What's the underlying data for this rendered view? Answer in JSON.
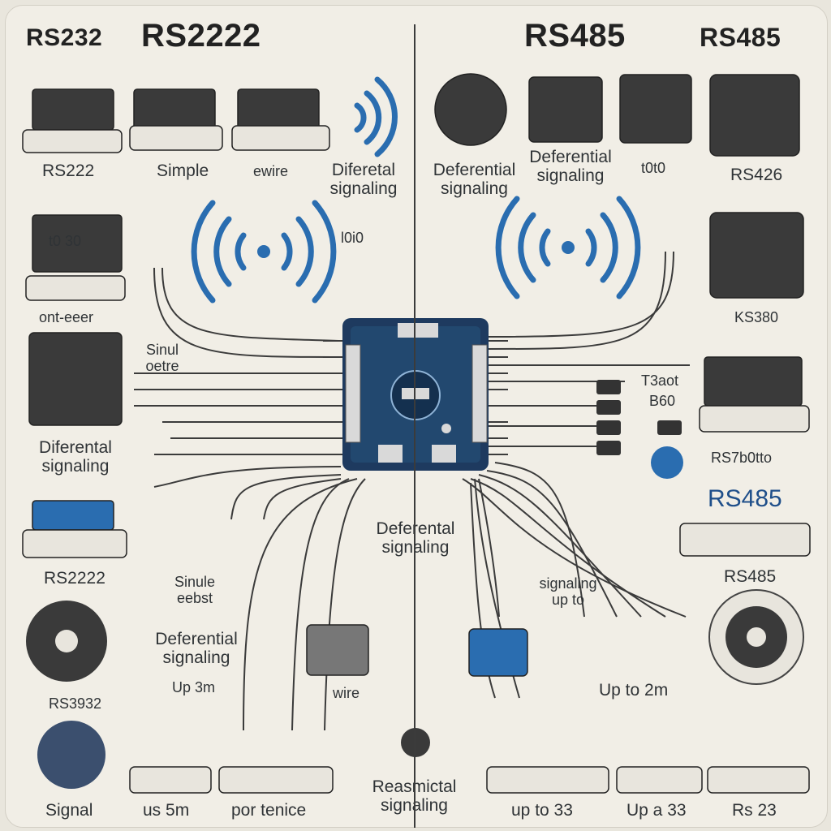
{
  "titles": {
    "left_small": "RS232",
    "left_big": "RS2222",
    "right_big": "RS485",
    "right_small": "RS485"
  },
  "labels": {
    "rs222_a": "RS222",
    "simple": "Simple",
    "ewire": "ewire",
    "diferetal_signaling_top": "Diferetal\nsignaling",
    "deferential_signaling_top": "Deferential\nsignaling",
    "deferential_signaling_top2": "Deferential\nsignaling",
    "rs426": "RS426",
    "t0t0": "t0t0",
    "ont_eeer": "ont-eeer",
    "sinul_oetre": "Sinul\noetre",
    "diferental_signaling_left": "Diferental\nsignaling",
    "rs2222": "RS2222",
    "sinule_eebst": "Sinule\neebst",
    "deferential_signaling_left_low": "Deferential\nsignaling",
    "up3": "Up 3m",
    "wire": "wire",
    "deferental_signaling_center": "Deferental\nsignaling",
    "signaling_up_to": "signaling\nup to",
    "up_to_2m": "Up to 2m",
    "rs485_mid": "RS485",
    "rs485_low": "RS485",
    "rs3932": "RS3932",
    "signal": "Signal",
    "us_5m": "us 5m",
    "por_tenice": "por tenice",
    "reasmictal_signaling": "Reasmictal\nsignaling",
    "up_to_33_a": "up to 33",
    "up_a_33": "Up a 33",
    "rs_23": "Rs 23",
    "ks380": "KS380",
    "t3aot": "T3aot",
    "b60": "B60",
    "rs7b0tto": "RS7b0tto",
    "l0i0": "l0i0",
    "t0_30": "t0 30"
  },
  "colors": {
    "wave_blue": "#2a6db0",
    "board_navy": "#1e3a5f",
    "line_dark": "#3b3b3b"
  }
}
